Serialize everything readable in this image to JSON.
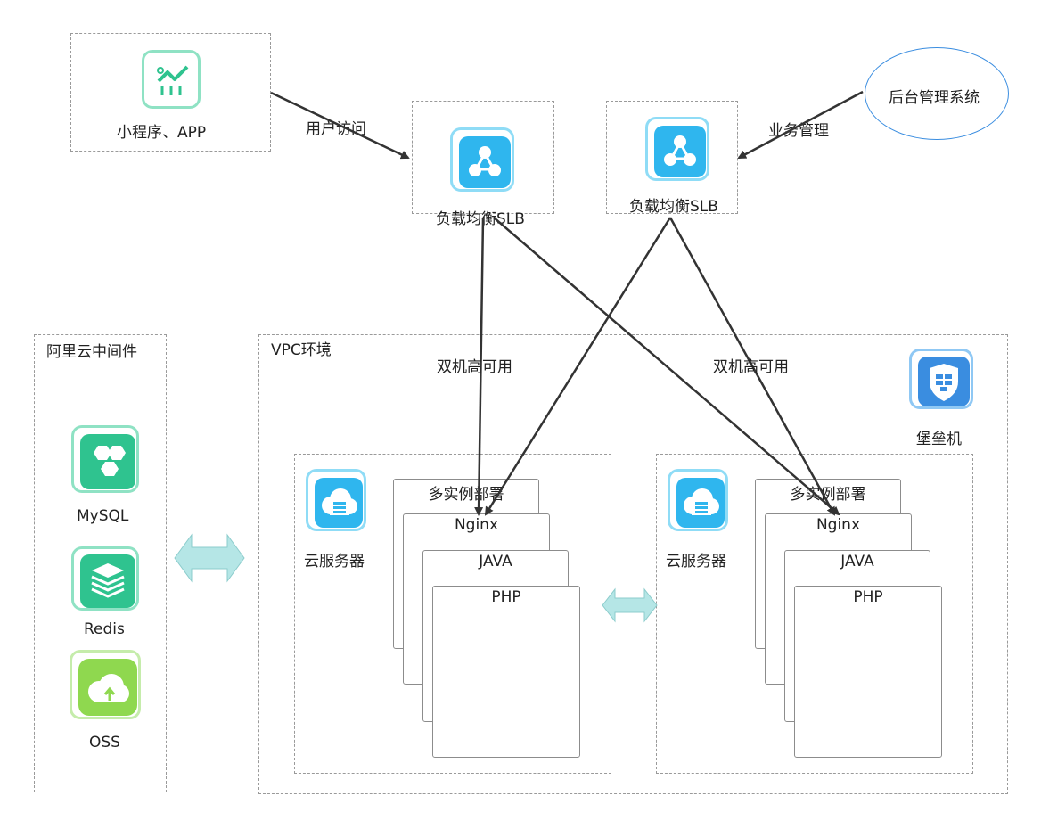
{
  "nodes": {
    "client": "小程序、APP",
    "slb_left": "负载均衡SLB",
    "slb_right": "负载均衡SLB",
    "admin": "后台管理系统",
    "middleware_title": "阿里云中间件",
    "vpc_title": "VPC环境",
    "bastion": "堡垒机",
    "server_left": "云服务器",
    "server_right": "云服务器",
    "mysql": "MySQL",
    "redis": "Redis",
    "oss": "OSS"
  },
  "edges": {
    "user_access": "用户访问",
    "business_mgmt": "业务管理",
    "ha_left": "双机高可用",
    "ha_right": "双机高可用"
  },
  "stack_left": [
    "多实例部署",
    "Nginx",
    "JAVA",
    "PHP"
  ],
  "stack_right": [
    "多实例部署",
    "Nginx",
    "JAVA",
    "PHP"
  ],
  "colors": {
    "green_icon": "#2fc38f",
    "blue_icon": "#2fb6ee",
    "lime_icon": "#8fd84f",
    "bidirectional_arrow": "#b5e6e6",
    "ellipse_border": "#3a8de0",
    "connector": "#333333"
  }
}
